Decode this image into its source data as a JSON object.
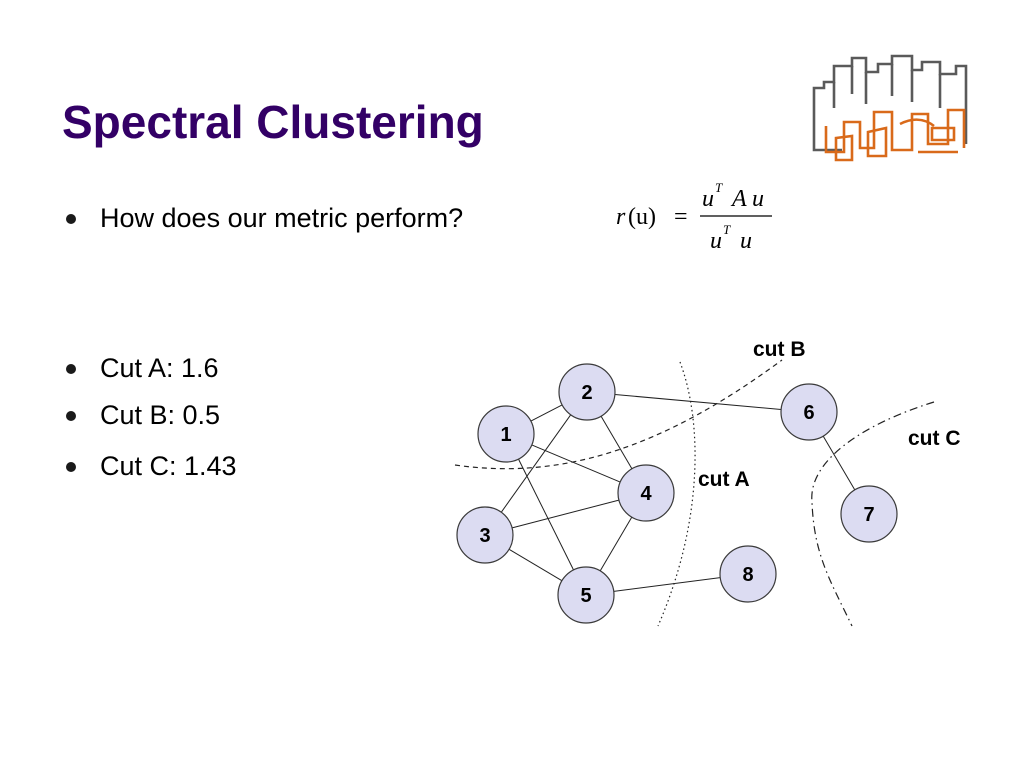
{
  "slide": {
    "title": "Spectral Clustering",
    "title_color": "#330066",
    "logo": {
      "name": "stylized-building-outline-logo",
      "colors": [
        "#5a5a5a",
        "#d96a1a"
      ]
    }
  },
  "bullets": [
    {
      "text": "How does our metric perform?"
    },
    {
      "text": "Cut A: 1.6"
    },
    {
      "text": "Cut B: 0.5"
    },
    {
      "text": "Cut C: 1.43"
    }
  ],
  "formula": {
    "lhs_fn": "r",
    "lhs_arg": "(u)",
    "equals": "=",
    "numerator": {
      "u": "u",
      "sup": "T",
      "matrix": "A",
      "u2": "u"
    },
    "denominator": {
      "u": "u",
      "sup": "T",
      "u2": "u"
    }
  },
  "graph": {
    "nodes": [
      "1",
      "2",
      "3",
      "4",
      "5",
      "6",
      "7",
      "8"
    ],
    "edges": [
      [
        "1",
        "2"
      ],
      [
        "1",
        "4"
      ],
      [
        "1",
        "5"
      ],
      [
        "2",
        "3"
      ],
      [
        "2",
        "4"
      ],
      [
        "2",
        "6"
      ],
      [
        "3",
        "4"
      ],
      [
        "3",
        "5"
      ],
      [
        "4",
        "5"
      ],
      [
        "5",
        "8"
      ],
      [
        "6",
        "7"
      ]
    ],
    "cuts": [
      "cut A",
      "cut B",
      "cut C"
    ],
    "node_fill": "#dcdcf2"
  }
}
